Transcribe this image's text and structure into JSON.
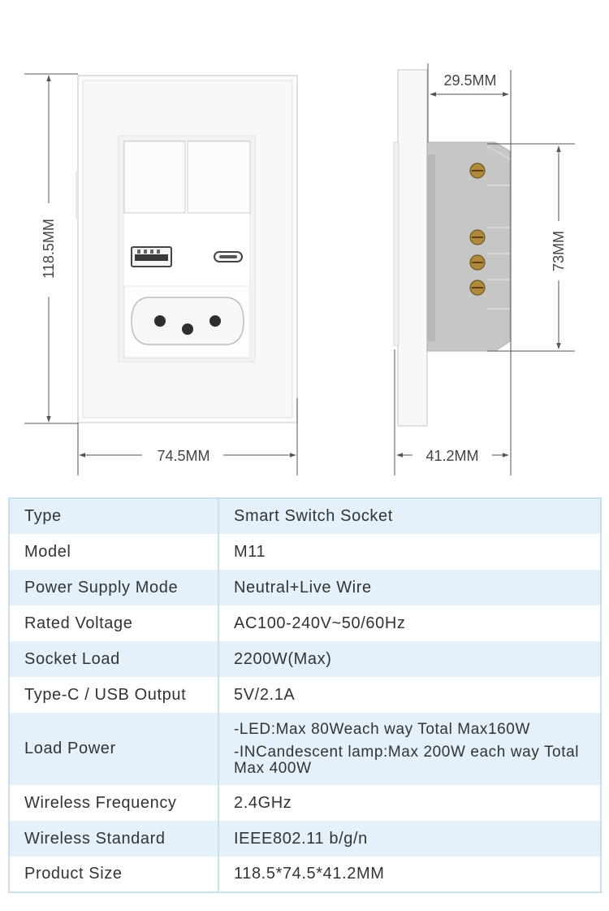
{
  "dimensions": {
    "height": "118.5MM",
    "width": "74.5MM",
    "depth_total": "41.2MM",
    "depth_box": "29.5MM",
    "box_height": "73MM"
  },
  "specs": [
    {
      "key": "Type",
      "value": "Smart Switch Socket"
    },
    {
      "key": "Model",
      "value": "M11"
    },
    {
      "key": "Power Supply Mode",
      "value": "Neutral+Live Wire"
    },
    {
      "key": "Rated Voltage",
      "value": "AC100-240V~50/60Hz"
    },
    {
      "key": "Socket Load",
      "value": "2200W(Max)"
    },
    {
      "key": "Type-C / USB Output",
      "value": "5V/2.1A"
    },
    {
      "key": "Load Power",
      "value_lines": [
        "-LED:Max 80Weach way Total Max160W",
        "-INCandescent lamp:Max 200W each way Total Max 400W"
      ]
    },
    {
      "key": "Wireless Frequency",
      "value": "2.4GHz"
    },
    {
      "key": "Wireless Standard",
      "value": "IEEE802.11 b/g/n"
    },
    {
      "key": "Product Size",
      "value": "118.5*74.5*41.2MM"
    }
  ]
}
